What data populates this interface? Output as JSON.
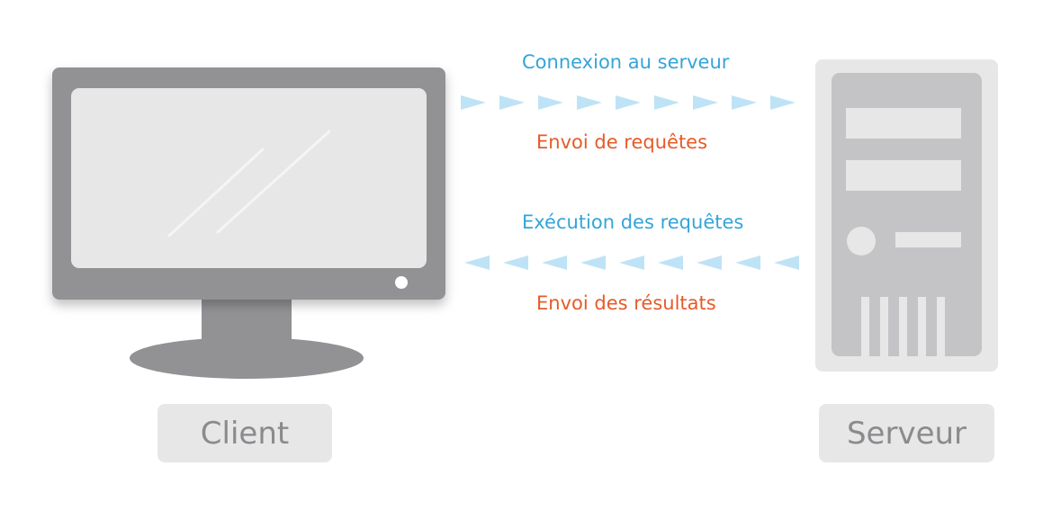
{
  "diagram": {
    "client_label": "Client",
    "server_label": "Serveur",
    "forward": {
      "top_label": "Connexion au serveur",
      "bottom_label": "Envoi de requêtes"
    },
    "backward": {
      "top_label": "Exécution des requêtes",
      "bottom_label": "Envoi des résultats"
    }
  },
  "colors": {
    "blue_text": "#35a4d8",
    "orange_text": "#e55b28",
    "arrow_fill": "#bfe3f6",
    "monitor_frame": "#929295",
    "server_case": "#c4c4c6"
  },
  "icons": [
    "monitor-icon",
    "server-tower-icon",
    "arrow-chevrons-right",
    "arrow-chevrons-left"
  ]
}
